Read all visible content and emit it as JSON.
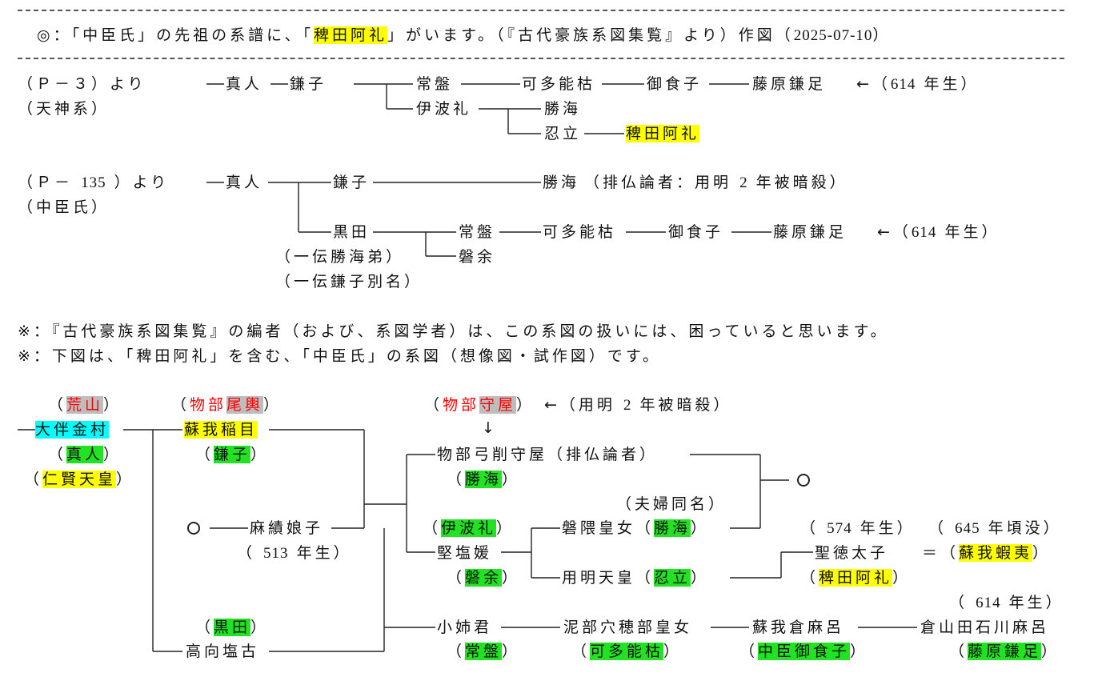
{
  "header": {
    "p1": "◎：「中臣氏」の先祖の系譜に、「",
    "hl": "稗田阿礼",
    "p2": "」がいます。（『古代豪族系図集覧』より）作図（",
    "date": "2025-07-10",
    "p3": "）"
  },
  "section_a": {
    "src1": "（Ｐ－３）より",
    "src2": "（天神系）",
    "n_mahito": "真人",
    "n_kamako": "鎌子",
    "n_tokiwa": "常盤",
    "n_katanoe": "可多能枯",
    "n_mikeko": "御食子",
    "n_kamatari": "藤原鎌足",
    "n_ihare": "伊波礼",
    "n_katsumi": "勝海",
    "n_oshitachi": "忍立",
    "n_are": "稗田阿礼",
    "born_arrow": "←（",
    "born_year": "614",
    "born_suffix": "年生）"
  },
  "section_b": {
    "src1": "（Ｐ－",
    "src_num": "135",
    "src1b": "）より",
    "src2": "（中臣氏）",
    "n_mahito": "真人",
    "n_kamako": "鎌子",
    "n_katsumi": "勝海",
    "note_a": "（排仏論者：用明",
    "note_num": "2",
    "note_b": "年被暗殺）",
    "n_kuroda": "黒田",
    "n_tokiwa": "常盤",
    "n_katanoe": "可多能枯",
    "n_mikeko": "御食子",
    "n_kamatari": "藤原鎌足",
    "born_arrow": "←（",
    "born_year": "614",
    "born_suffix": "年生）",
    "alias1": "（一伝勝海弟）",
    "n_iwayo": "磐余",
    "alias2": "（一伝鎌子別名）"
  },
  "notes": {
    "line1": "※：『古代豪族系図集覧』の編者（および、系図学者）は、この系図の扱いには、困っていると思います。",
    "line2": "※：下図は、「稗田阿礼」を含む、「中臣氏」の系図（想像図・試作図）です。"
  },
  "chart": {
    "araya": "荒山",
    "otomo_kanamura": "大伴金村",
    "mahito": "真人",
    "ninken": "仁賢天皇",
    "mononobe": "物部",
    "okoshi": "尾輿",
    "soga_iname": "蘇我稲目",
    "kamako": "鎌子",
    "moriya_top": "守屋",
    "moriya_note_a": "←（用明",
    "moriya_note_num": "2",
    "moriya_note_b": "年被暗殺）",
    "down_arrow": "↓",
    "yuge_moriya": "物部弓削守屋（排仏論者）",
    "katsumi": "勝海",
    "fuufu": "（夫婦同名）",
    "ihare": "伊波礼",
    "anahobe": "磐隈皇女（",
    "katsumi2": "勝海",
    "born574_a": "（",
    "born574_num": "574",
    "born574_b": "年生）",
    "born645_a": "（",
    "born645_num": "645",
    "born645_b": "年頃没）",
    "oane_kitashi": "堅塩媛",
    "iwayo": "磐余",
    "yomei": "用明天皇（",
    "oshitachi": "忍立",
    "shotoku": "聖徳太子",
    "equals": "＝（",
    "soga_emishi": "蘇我蝦夷",
    "are": "稗田阿礼",
    "omiyako": "麻績娘子",
    "born513_num": "513",
    "born513_b": "年生）",
    "born614_a": "（",
    "born614_num": "614",
    "born614_b": "年生）",
    "kuroda": "黒田",
    "koane": "小姉君",
    "hasetsukabe": "泥部穴穂部皇女",
    "soga_kurama": "蘇我倉麻呂",
    "kurayamada": "倉山田石川麻呂",
    "takamuko": "高向塩古",
    "tokiwa": "常盤",
    "katanoe": "可多能枯",
    "nakatomi_mikeko": "中臣御食子",
    "fujiwara_kamatari": "藤原鎌足"
  }
}
